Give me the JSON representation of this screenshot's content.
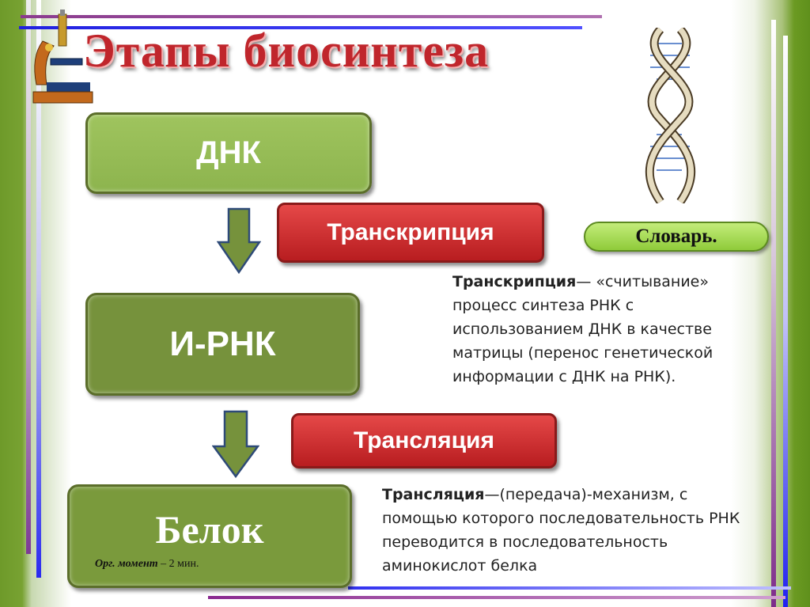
{
  "slide": {
    "title": "Этапы биосинтеза",
    "stages": [
      "ДНК",
      "И-РНК",
      "Белок"
    ],
    "processes": [
      "Транскрипция",
      "Трансляция"
    ],
    "glossary_button": "Словарь.",
    "definitions": [
      {
        "term": "Транскрипция",
        "text": "— «считывание» процесс синтеза РНК с использованием ДНК в качестве матрицы (перенос генетической информации с ДНК на РНК)."
      },
      {
        "term": "Трансляция",
        "text": "—(передача)-механизм, с помощью которого последовательность РНК переводится в последовательность аминокислот белка"
      }
    ],
    "note": {
      "label": "Орг. момент",
      "text": " – 2 мин."
    }
  },
  "colors": {
    "title": "#c0262c",
    "stage_light": "#9bbb59",
    "stage_dark": "#76923c",
    "process": "#c0282b",
    "glossary": "#9ed84a"
  }
}
